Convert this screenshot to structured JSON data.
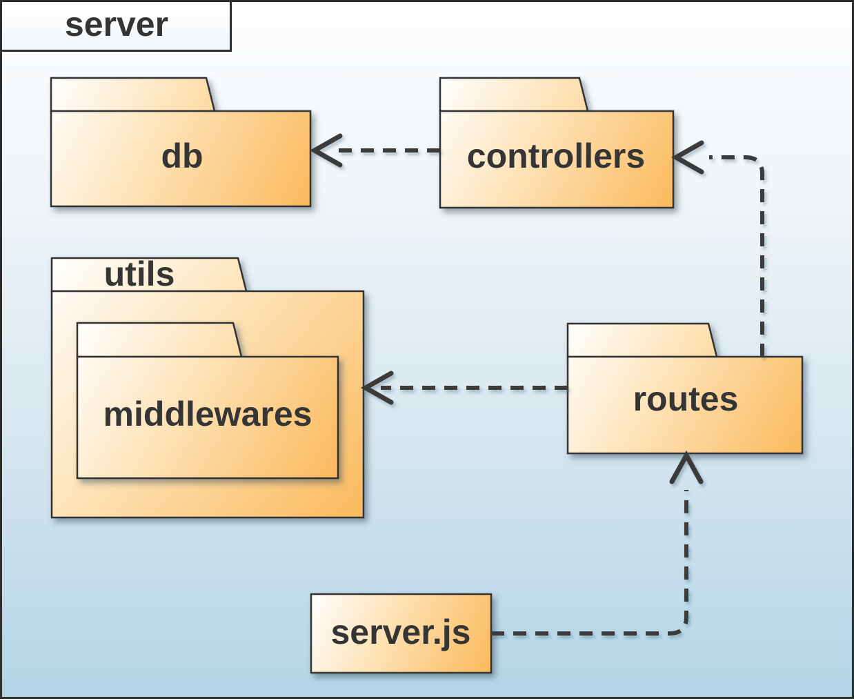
{
  "diagram": {
    "type": "uml-package-diagram",
    "package": {
      "label": "server"
    },
    "nodes": {
      "db": {
        "label": "db",
        "type": "folder"
      },
      "controllers": {
        "label": "controllers",
        "type": "folder"
      },
      "utils": {
        "label": "utils",
        "type": "folder"
      },
      "middlewares": {
        "label": "middlewares",
        "type": "folder",
        "parent": "utils"
      },
      "routes": {
        "label": "routes",
        "type": "folder"
      },
      "server_js": {
        "label": "server.js",
        "type": "file"
      }
    },
    "edges": [
      {
        "from": "controllers",
        "to": "db",
        "style": "dashed",
        "arrowhead": "open"
      },
      {
        "from": "routes",
        "to": "controllers",
        "style": "dashed",
        "arrowhead": "open"
      },
      {
        "from": "routes",
        "to": "middlewares",
        "style": "dashed",
        "arrowhead": "open"
      },
      {
        "from": "server.js",
        "to": "routes",
        "style": "dashed",
        "arrowhead": "open"
      }
    ],
    "colors": {
      "folder_orange": "#fbb95c",
      "folder_highlight": "#ffffff",
      "background_top": "#fdfeff",
      "background_bottom": "#b3d5e8",
      "outline": "#333333",
      "edge": "#3a3a3a",
      "text": "#343434"
    }
  }
}
